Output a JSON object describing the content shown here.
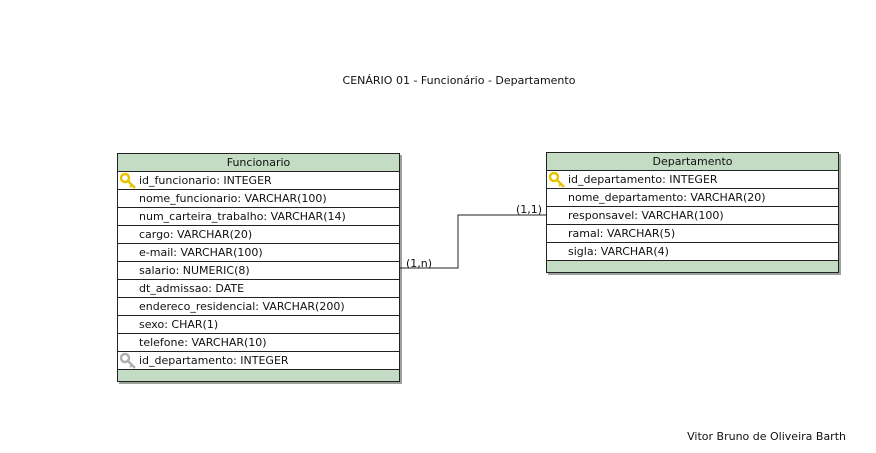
{
  "diagram": {
    "title": "CENÁRIO 01 - Funcionário - Departamento",
    "author": "Vitor Bruno de Oliveira Barth",
    "colors": {
      "entity_header": "#c3dcc3",
      "border": "#222222",
      "primary_key": "#e8c400",
      "foreign_key": "#b0b0b0"
    },
    "entities": {
      "funcionario": {
        "name": "Funcionario",
        "attributes": [
          {
            "label": "id_funcionario: INTEGER",
            "icon": "primary-key-icon"
          },
          {
            "label": "nome_funcionario: VARCHAR(100)"
          },
          {
            "label": "num_carteira_trabalho: VARCHAR(14)"
          },
          {
            "label": "cargo: VARCHAR(20)"
          },
          {
            "label": "e-mail: VARCHAR(100)"
          },
          {
            "label": "salario: NUMERIC(8)"
          },
          {
            "label": "dt_admissao: DATE"
          },
          {
            "label": "endereco_residencial: VARCHAR(200)"
          },
          {
            "label": "sexo: CHAR(1)"
          },
          {
            "label": "telefone: VARCHAR(10)"
          },
          {
            "label": "id_departamento: INTEGER",
            "icon": "foreign-key-icon"
          }
        ]
      },
      "departamento": {
        "name": "Departamento",
        "attributes": [
          {
            "label": "id_departamento: INTEGER",
            "icon": "primary-key-icon"
          },
          {
            "label": "nome_departamento: VARCHAR(20)"
          },
          {
            "label": "responsavel: VARCHAR(100)"
          },
          {
            "label": "ramal: VARCHAR(5)"
          },
          {
            "label": "sigla: VARCHAR(4)"
          }
        ]
      }
    },
    "relationship": {
      "funcionario_cardinality": "(1,n)",
      "departamento_cardinality": "(1,1)"
    }
  }
}
